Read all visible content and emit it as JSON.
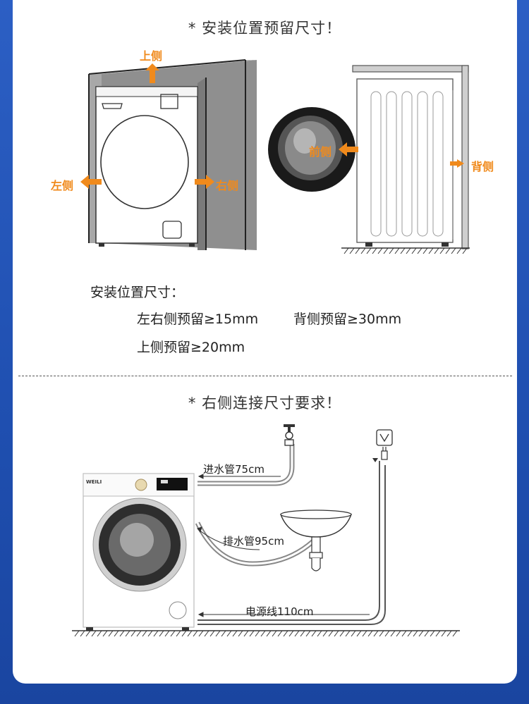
{
  "section1": {
    "title": "* 安装位置预留尺寸！",
    "labels": {
      "top": "上侧",
      "left": "左侧",
      "right": "右侧",
      "front": "前侧",
      "back": "背侧"
    }
  },
  "specs": {
    "heading": "安装位置尺寸：",
    "side": "左右侧预留≥15mm",
    "back": "背侧预留≥30mm",
    "top": "上侧预留≥20mm"
  },
  "section2": {
    "title": "* 右侧连接尺寸要求！",
    "inlet": "进水管75cm",
    "drain": "排水管95cm",
    "power": "电源线110cm",
    "brand": "WEILI"
  },
  "colors": {
    "accent": "#f08a1c",
    "background": "#2c5fc4"
  }
}
